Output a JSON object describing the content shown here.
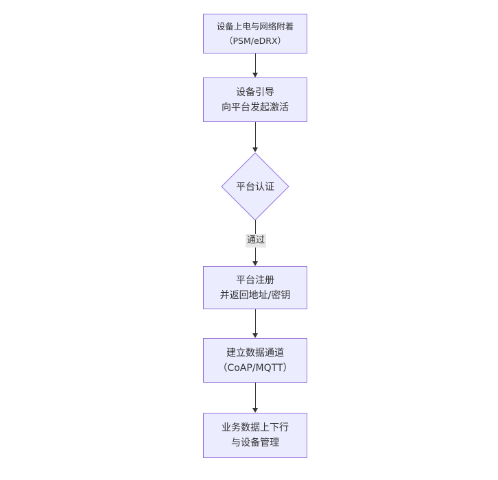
{
  "diagram": {
    "type": "flowchart",
    "direction": "top-down",
    "colors": {
      "node_fill": "#ECECFF",
      "node_border": "#9370DB",
      "edge": "#333333",
      "text": "#333333",
      "edge_label_bg": "#e8e8e8",
      "background": "#ffffff"
    },
    "nodes": [
      {
        "id": "power-attach",
        "shape": "rect",
        "lines": [
          "设备上电与网络附着",
          "（PSM/eDRX）"
        ]
      },
      {
        "id": "bootstrap",
        "shape": "rect",
        "lines": [
          "设备引导",
          "向平台发起激活"
        ]
      },
      {
        "id": "platform-auth",
        "shape": "diamond",
        "lines": [
          "平台认证"
        ]
      },
      {
        "id": "register",
        "shape": "rect",
        "lines": [
          "平台注册",
          "并返回地址/密钥"
        ]
      },
      {
        "id": "data-channel",
        "shape": "rect",
        "lines": [
          "建立数据通道",
          "（CoAP/MQTT）"
        ]
      },
      {
        "id": "business-data",
        "shape": "rect",
        "lines": [
          "业务数据上下行",
          "与设备管理"
        ]
      }
    ],
    "edges": [
      {
        "from": "power-attach",
        "to": "bootstrap",
        "label": ""
      },
      {
        "from": "bootstrap",
        "to": "platform-auth",
        "label": ""
      },
      {
        "from": "platform-auth",
        "to": "register",
        "label": "通过"
      },
      {
        "from": "register",
        "to": "data-channel",
        "label": ""
      },
      {
        "from": "data-channel",
        "to": "business-data",
        "label": ""
      }
    ]
  }
}
